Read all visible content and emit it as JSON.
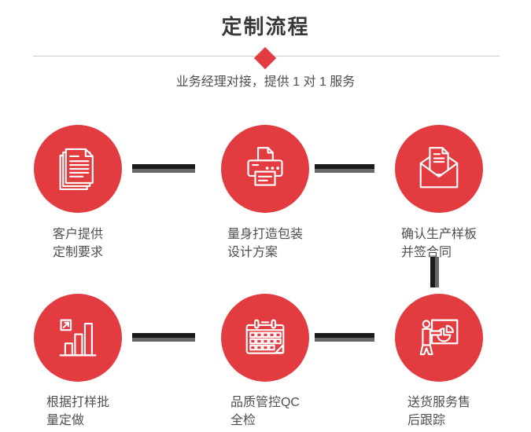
{
  "header": {
    "title": "定制流程",
    "subtitle": "业务经理对接，提供 1 对 1 服务"
  },
  "steps": [
    {
      "icon": "documents-icon",
      "lines": [
        "客户提供",
        "定制要求"
      ]
    },
    {
      "icon": "printer-icon",
      "lines": [
        "量身打造包装",
        "设计方案"
      ]
    },
    {
      "icon": "envelope-icon",
      "lines": [
        "确认生产样板",
        "并签合同"
      ]
    },
    {
      "icon": "bar-chart-icon",
      "lines": [
        "根据打样批",
        "量定做"
      ]
    },
    {
      "icon": "calendar-icon",
      "lines": [
        "品质管控QC",
        "全检"
      ]
    },
    {
      "icon": "presentation-icon",
      "lines": [
        "送货服务售",
        "后跟踪"
      ]
    }
  ],
  "colors": {
    "accent": "#e23c40",
    "title": "#383838",
    "text": "#4f4f4f",
    "divider_line": "#cfcfcf",
    "connector_dark": "#1b1b1b",
    "connector_gray": "#686868",
    "icon_stroke": "#ffffff"
  }
}
